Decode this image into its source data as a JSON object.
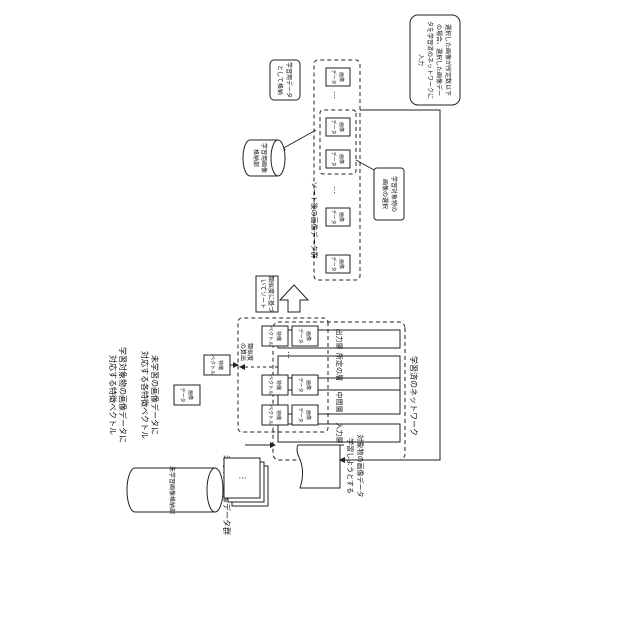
{
  "network": {
    "title": "学習済のネットワーク",
    "input_layer": "入力層",
    "middle_layer": "中間層",
    "specific_layer": "所定の層",
    "output_layer": "出力層"
  },
  "labels": {
    "unlearned_group": "未学習の画像データ群",
    "unlearned_storage": "未学習画像格納部",
    "target_image": [
      "学習しようとする",
      "対象物の画像データ"
    ],
    "feature_vectors": [
      "未学習の画像データに",
      "対応する各特徴ベクトル"
    ],
    "target_vector": [
      "学習対象物の画像データに",
      "対応する特徴ベクトル"
    ],
    "sorted_group": "ソート後の画像データ群",
    "sort_by_similarity": [
      "類似度に基づ",
      "いてソート"
    ],
    "similarity_calc": [
      "類似度",
      "の算出"
    ],
    "select_targets": [
      "学習対象物の",
      "画像の選択"
    ],
    "store_as_learning": [
      "学習用データ",
      "として格納"
    ],
    "learning_storage": [
      "学習用画像",
      "格納部"
    ],
    "feedback_note": [
      "選択した画像が所定数以下",
      "の場合、選択した画像デー",
      "タを学習済のネットワークに",
      "入力"
    ]
  },
  "items": {
    "image_data": [
      "画像",
      "データ"
    ],
    "feature_vector": [
      "特徴",
      "ベクトル"
    ],
    "ellipsis": "…",
    "vdots": "⋮"
  }
}
